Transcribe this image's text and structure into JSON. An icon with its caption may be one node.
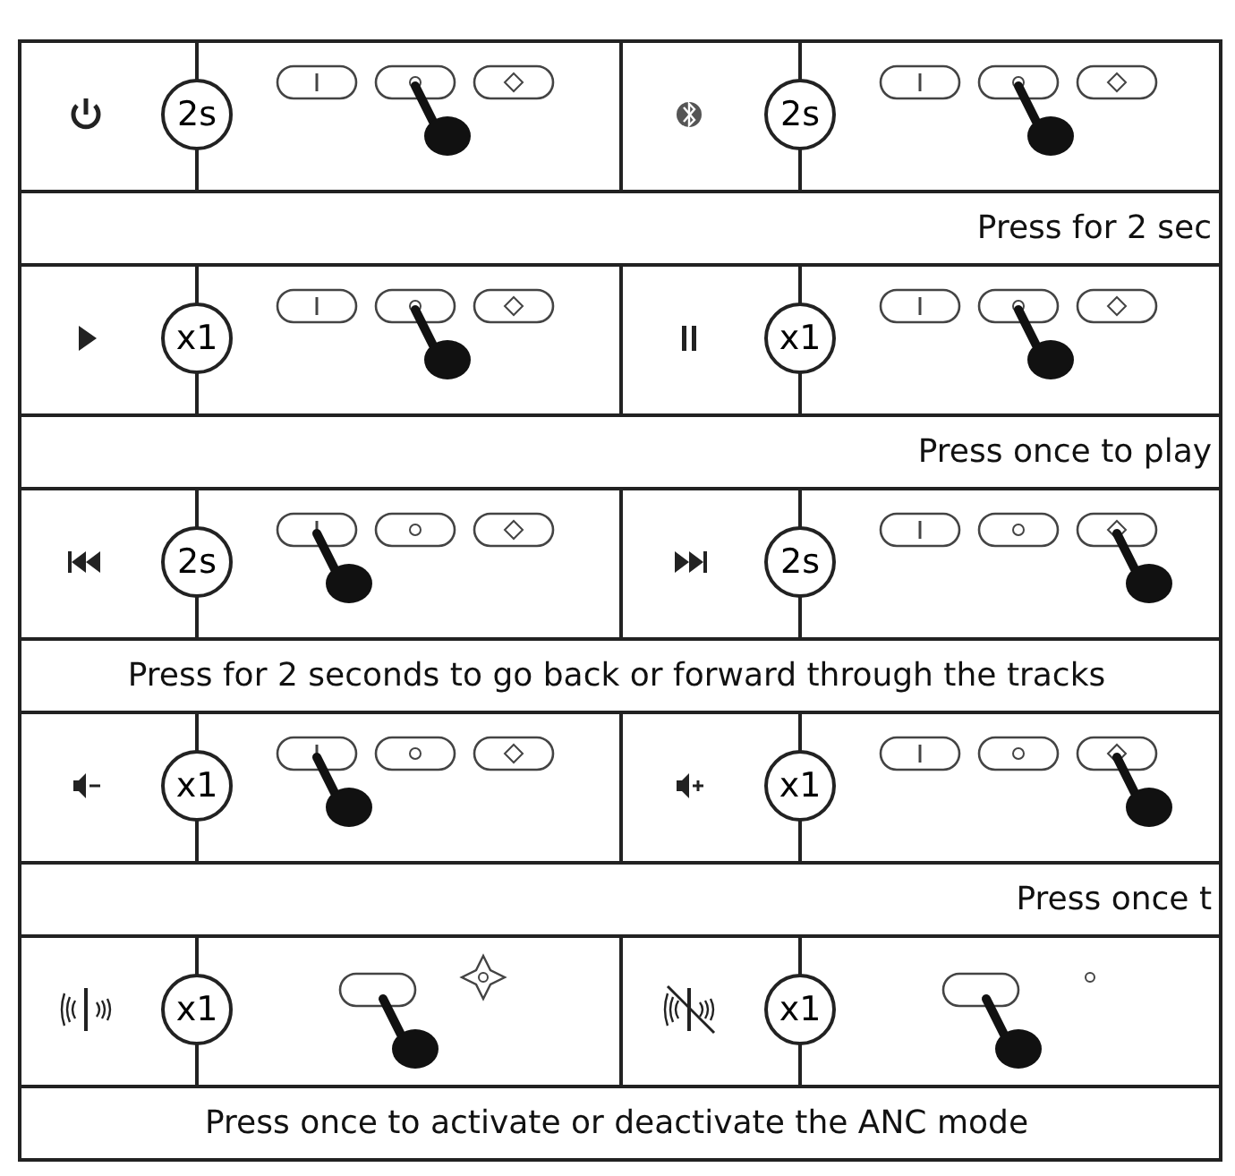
{
  "diagram": {
    "nodes": [
      {
        "text": [
          "2s"
        ]
      },
      {
        "text": [
          "2s"
        ]
      },
      {
        "text": [
          "x1"
        ]
      },
      {
        "text": [
          "x1"
        ]
      },
      {
        "text": [
          "2s"
        ]
      },
      {
        "text": [
          "2s"
        ]
      },
      {
        "text": [
          "x1"
        ]
      },
      {
        "text": [
          "x1"
        ]
      },
      {
        "text": [
          "x1"
        ]
      },
      {
        "text": [
          "x1"
        ]
      }
    ],
    "labels": [
      "Press for 2 sec",
      "Press once to play",
      "Press for 2 seconds to go back or forward through the tracks",
      "Press once t",
      "Press once to activate or deactivate the ANC mode"
    ]
  }
}
